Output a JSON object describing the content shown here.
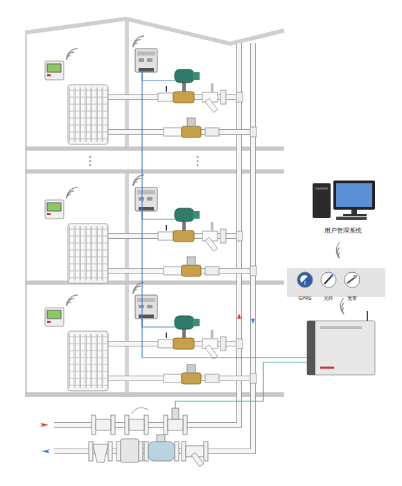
{
  "diagram": {
    "nodes": [
      {
        "text": [
          "用户管理系统"
        ]
      },
      {
        "text": [
          "GPRS"
        ]
      },
      {
        "text": [
          "光纤"
        ]
      },
      {
        "text": [
          "宽带"
        ]
      }
    ]
  }
}
